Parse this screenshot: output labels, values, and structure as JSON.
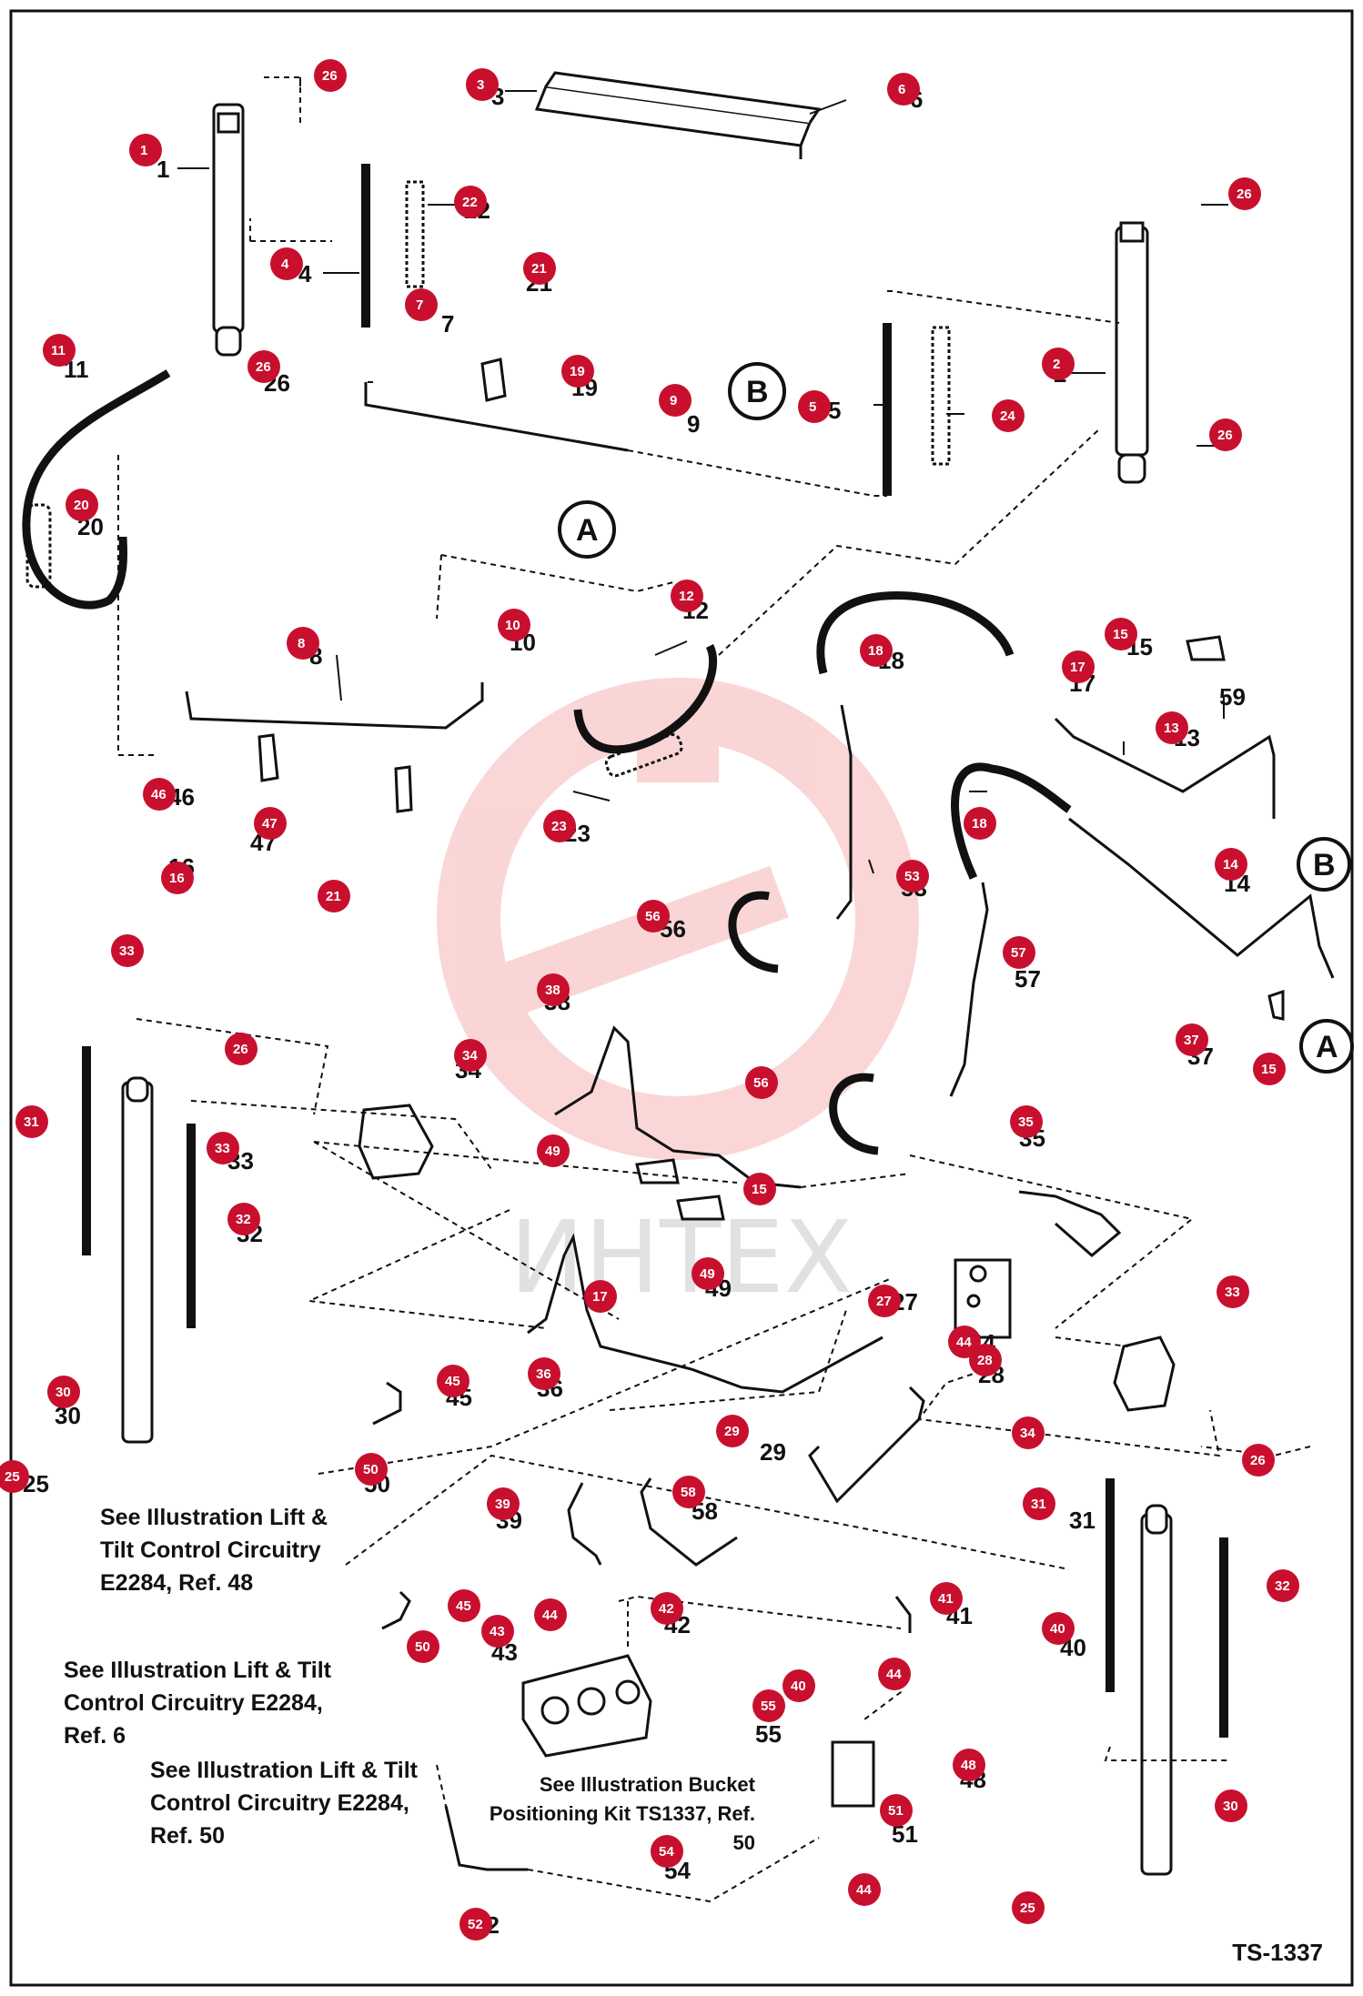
{
  "drawing_ref": "TS-1337",
  "watermark": "ИНТЕХ",
  "letters": [
    "A",
    "B"
  ],
  "callouts": [
    "1",
    "2",
    "3",
    "4",
    "5",
    "6",
    "7",
    "8",
    "9",
    "10",
    "11",
    "12",
    "13",
    "14",
    "15",
    "16",
    "17",
    "18",
    "19",
    "20",
    "21",
    "22",
    "23",
    "24",
    "25",
    "26",
    "27",
    "28",
    "29",
    "30",
    "31",
    "32",
    "33",
    "34",
    "35",
    "36",
    "37",
    "38",
    "39",
    "40",
    "41",
    "42",
    "43",
    "44",
    "45",
    "46",
    "47",
    "48",
    "49",
    "50",
    "51",
    "52",
    "53",
    "54",
    "55",
    "56",
    "57",
    "58",
    "59"
  ],
  "notes": {
    "note_48": "See Illustration Lift & Tilt Control Circuitry E2284, Ref. 48",
    "note_6": "See Illustration Lift & Tilt Control Circuitry E2284, Ref. 6",
    "note_50": "See Illustration Lift & Tilt Control Circuitry E2284, Ref. 50",
    "note_bucket": "See Illustration Bucket Positioning Kit TS1337, Ref. 50"
  },
  "colors": {
    "callout_red": "#c8102e",
    "line": "#111111",
    "watermark": "#f08a8a"
  }
}
